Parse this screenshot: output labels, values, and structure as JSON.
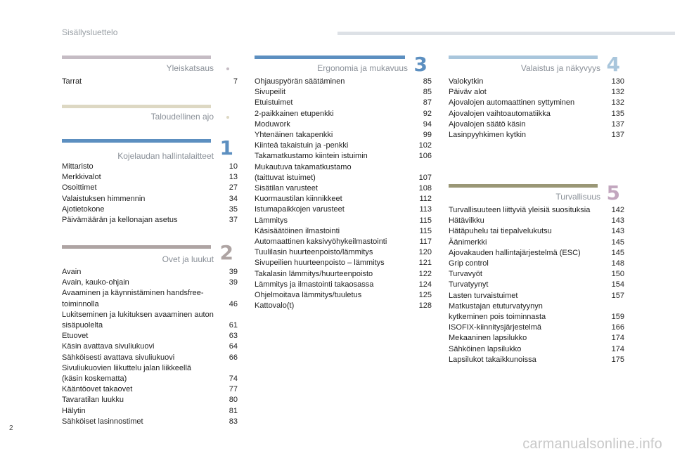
{
  "header": {
    "title": "Sisällysluettelo"
  },
  "page_number": "2",
  "watermark": "carmanualsonline.info",
  "colors": {
    "section_grey": "#c5bcc4",
    "section_beige": "#ddd8c3",
    "section_blue": "#5c8fc0",
    "section_brown": "#aea4a3",
    "section_lightblue": "#a9c6dc",
    "section_olive": "#9a9776"
  },
  "sections": {
    "yleiskatsaus": {
      "title": "Yleiskatsaus",
      "entries": [
        {
          "t": "Tarrat",
          "p": "7"
        }
      ]
    },
    "taloudellinen": {
      "title": "Taloudellinen ajo",
      "entries": []
    },
    "kojelauta": {
      "title": "Kojelaudan hallintalaitteet",
      "number": "1",
      "entries": [
        {
          "t": "Mittaristo",
          "p": "10"
        },
        {
          "t": "Merkkivalot",
          "p": "13"
        },
        {
          "t": "Osoittimet",
          "p": "27"
        },
        {
          "t": "Valaistuksen himmennin",
          "p": "34"
        },
        {
          "t": "Ajotietokone",
          "p": "35"
        },
        {
          "t": "Päivämäärän ja kellonajan asetus",
          "p": "37"
        }
      ]
    },
    "ovet": {
      "title": "Ovet ja luukut",
      "number": "2",
      "entries": [
        {
          "t": "Avain",
          "p": "39"
        },
        {
          "t": "Avain, kauko-ohjain",
          "p": "39"
        },
        {
          "t": "Avaaminen ja käynnistäminen handsfree-\ntoiminnolla",
          "p": "46"
        },
        {
          "t": "Lukitseminen ja lukituksen avaaminen auton\nsisäpuolelta",
          "p": "61"
        },
        {
          "t": "Etuovet",
          "p": "63"
        },
        {
          "t": "Käsin avattava sivuliukuovi",
          "p": "64"
        },
        {
          "t": "Sähköisesti avattava sivuliukuovi",
          "p": "66"
        },
        {
          "t": "Sivuliukuovien liikuttelu jalan liikkeellä\n(käsin koskematta)",
          "p": "74"
        },
        {
          "t": "Kääntöovet takaovet",
          "p": "77"
        },
        {
          "t": "Tavaratilan luukku",
          "p": "80"
        },
        {
          "t": "Hälytin",
          "p": "81"
        },
        {
          "t": "Sähköiset lasinnostimet",
          "p": "83"
        }
      ]
    },
    "ergonomia": {
      "title": "Ergonomia ja mukavuus",
      "number": "3",
      "entries": [
        {
          "t": "Ohjauspyörän säätäminen",
          "p": "85"
        },
        {
          "t": "Sivupeilit",
          "p": "85"
        },
        {
          "t": "Etuistuimet",
          "p": "87"
        },
        {
          "t": "2-paikkainen etupenkki",
          "p": "92"
        },
        {
          "t": "Moduwork",
          "p": "94"
        },
        {
          "t": "Yhtenäinen takapenkki",
          "p": "99"
        },
        {
          "t": "Kiinteä takaistuin ja -penkki",
          "p": "102"
        },
        {
          "t": "Takamatkustamo kiintein istuimin",
          "p": "106"
        },
        {
          "t": "Mukautuva takamatkustamo\n(taittuvat istuimet)",
          "p": "107"
        },
        {
          "t": "Sisätilan varusteet",
          "p": "108"
        },
        {
          "t": "Kuormaustilan kiinnikkeet",
          "p": "112"
        },
        {
          "t": "Istumapaikkojen varusteet",
          "p": "113"
        },
        {
          "t": "Lämmitys",
          "p": "115"
        },
        {
          "t": "Käsisäätöinen ilmastointi",
          "p": "115"
        },
        {
          "t": "Automaattinen kaksivyöhykeilmastointi",
          "p": "117"
        },
        {
          "t": "Tuulilasin huurteenpoisto/lämmitys",
          "p": "120"
        },
        {
          "t": "Sivupeilien huurteenpoisto – lämmitys",
          "p": "121"
        },
        {
          "t": "Takalasin lämmitys/huurteenpoisto",
          "p": "122"
        },
        {
          "t": "Lämmitys ja ilmastointi takaosassa",
          "p": "124"
        },
        {
          "t": "Ohjelmoitava lämmitys/tuuletus",
          "p": "125"
        },
        {
          "t": "Kattovalo(t)",
          "p": "128"
        }
      ]
    },
    "valaistus": {
      "title": "Valaistus ja näkyvyys",
      "number": "4",
      "entries": [
        {
          "t": "Valokytkin",
          "p": "130"
        },
        {
          "t": "Päiväv alot",
          "p": "132"
        },
        {
          "t": "Ajovalojen automaattinen syttyminen",
          "p": "132"
        },
        {
          "t": "Ajovalojen vaihtoautomatiikka",
          "p": "135"
        },
        {
          "t": "Ajovalojen säätö käsin",
          "p": "137"
        },
        {
          "t": "Lasinpyyhkimen kytkin",
          "p": "137"
        }
      ]
    },
    "turvallisuus": {
      "title": "Turvallisuus",
      "number": "5",
      "entries": [
        {
          "t": "Turvallisuuteen liittyviä yleisiä suosituksia",
          "p": "142"
        },
        {
          "t": "Hätävilkku",
          "p": "143"
        },
        {
          "t": "Hätäpuhelu tai tiepalvelukutsu",
          "p": "143"
        },
        {
          "t": "Äänimerkki",
          "p": "145"
        },
        {
          "t": "Ajovakauden hallintajärjestelmä (ESC)",
          "p": "145"
        },
        {
          "t": "Grip control",
          "p": "148"
        },
        {
          "t": "Turvavyöt",
          "p": "150"
        },
        {
          "t": "Turvatyynyt",
          "p": "154"
        },
        {
          "t": "Lasten turvaistuimet",
          "p": "157"
        },
        {
          "t": "Matkustajan etuturvatyynyn\nkytkeminen pois toiminnasta",
          "p": "159"
        },
        {
          "t": "ISOFIX-kiinnitysjärjestelmä",
          "p": "166"
        },
        {
          "t": "Mekaaninen lapsilukko",
          "p": "174"
        },
        {
          "t": "Sähköinen lapsilukko",
          "p": "174"
        },
        {
          "t": "Lapsilukot takaikkunoissa",
          "p": "175"
        }
      ]
    }
  }
}
